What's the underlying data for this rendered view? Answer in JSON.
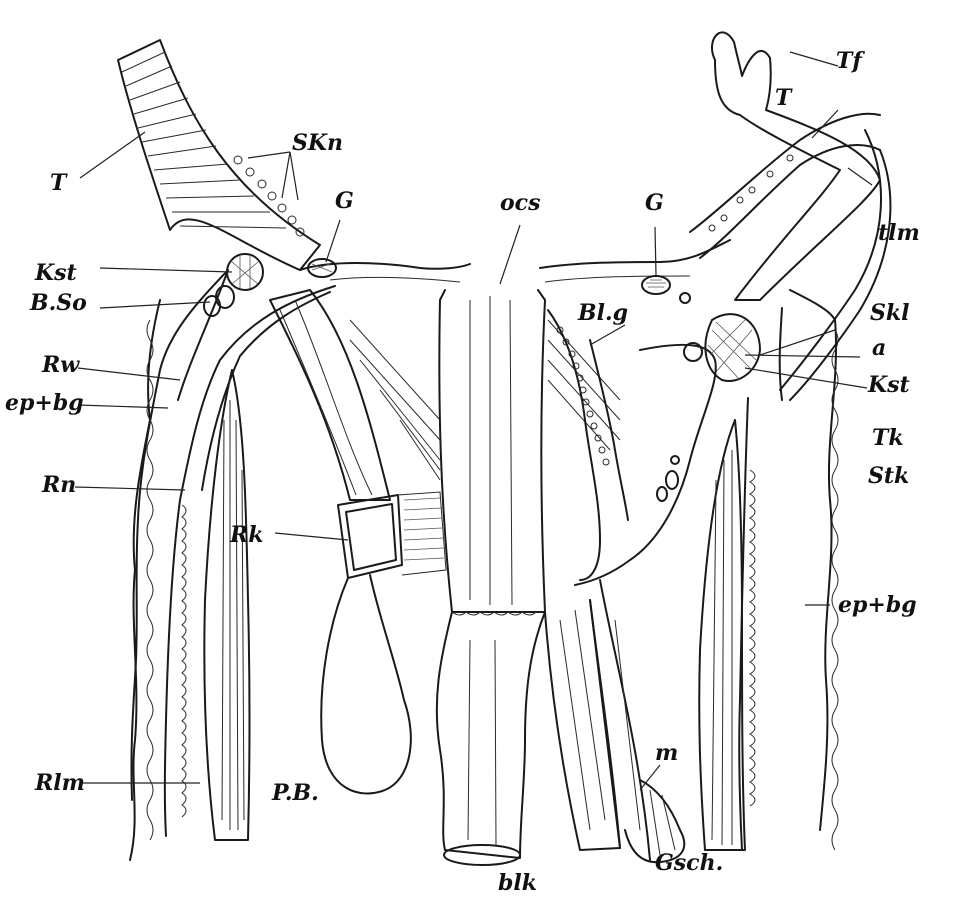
{
  "labels": {
    "T_left": "T",
    "SKn": "SKn",
    "G_left": "G",
    "ocs": "ocs",
    "G_right": "G",
    "Tf": "Tf",
    "T_right": "T",
    "tlm": "tlm",
    "Kst_left": "Kst",
    "B_So": "B.So",
    "Rw": "Rw",
    "ep_bg_left": "ep+bg",
    "Rn": "Rn",
    "Rk": "Rk",
    "Rlm": "Rlm",
    "PB": "P.B.",
    "blk": "blk",
    "m": "m",
    "Gsch": "Gsch.",
    "Bl_g": "Bl.g",
    "Skl": "Skl",
    "a": "a",
    "Kst_right": "Kst",
    "Tk": "Tk",
    "Stk": "Stk",
    "ep_bg_right": "ep+bg"
  }
}
